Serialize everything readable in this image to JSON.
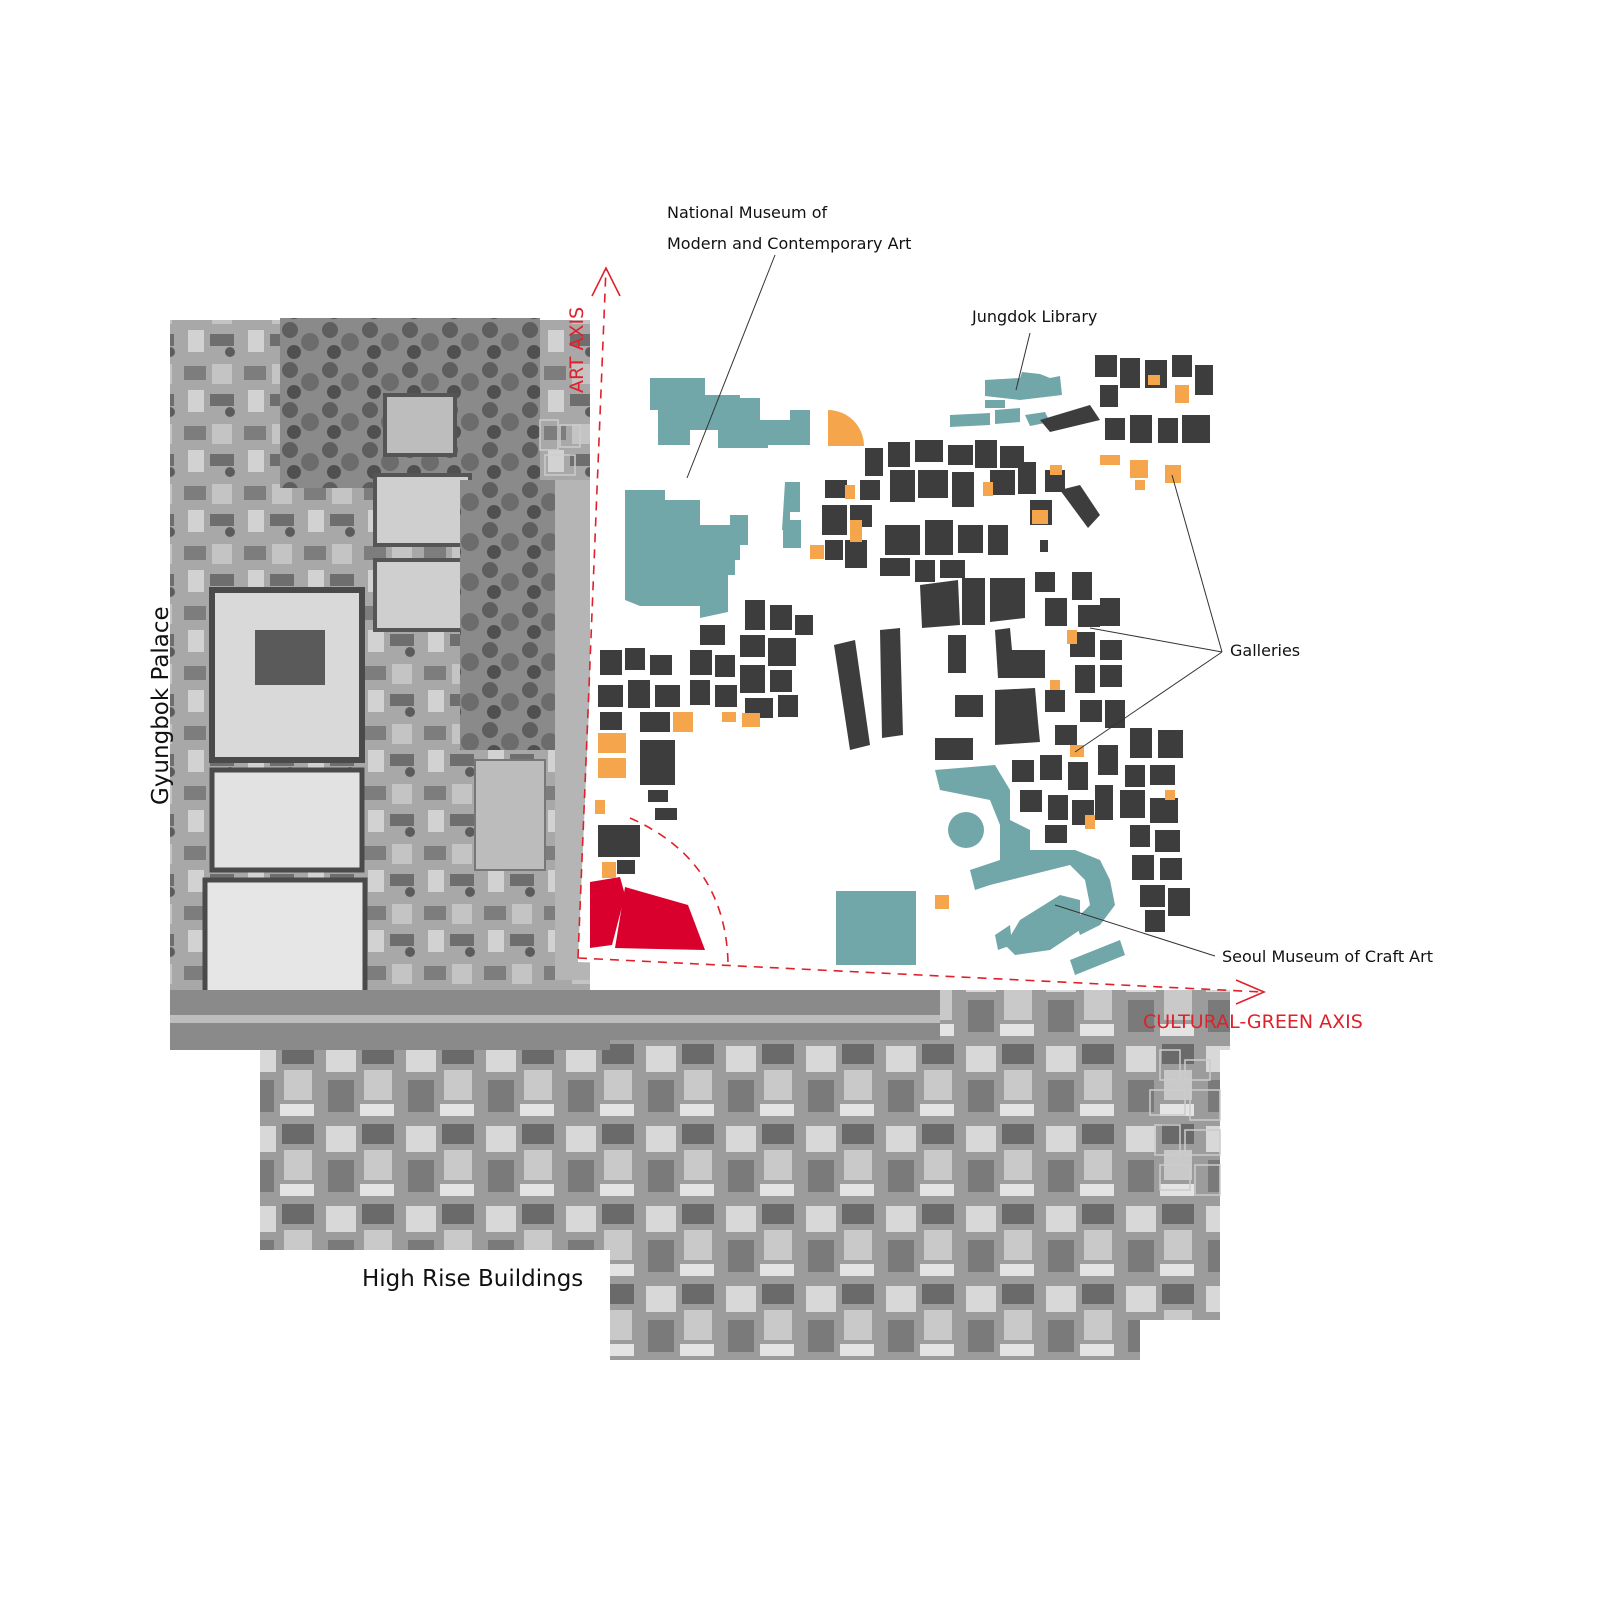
{
  "labels": {
    "mmca": [
      "National Museum of",
      "Modern and Contemporary Art"
    ],
    "jungdok": "Jungdok Library",
    "galleries": "Galleries",
    "craft": "Seoul Museum of Craft Art",
    "palace": "Gyungbok Palace",
    "high_rise": "High Rise Buildings",
    "art_axis": "ART AXIS",
    "green_axis": "CULTURAL-GREEN AXIS"
  },
  "colors": {
    "institution": "#71a7a9",
    "building": "#3d3d3d",
    "gallery": "#f5a64d",
    "site": "#d9002d",
    "axis": "#e0202a",
    "aerial": "#9a9a9a",
    "aerial_dark": "#5a5a5a",
    "aerial_light": "#d6d6d6",
    "leader": "#333333"
  }
}
